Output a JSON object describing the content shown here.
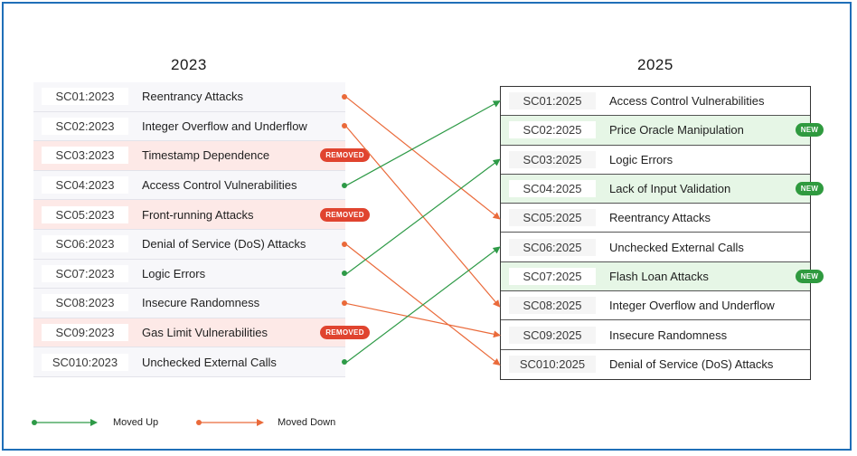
{
  "colors": {
    "up": "#2e9a47",
    "down": "#ea6a3a",
    "removed": "#e0442f",
    "new": "#2f9a3f",
    "border": "#1f6fb8"
  },
  "left": {
    "year": "2023",
    "rows": [
      {
        "code": "SC01:2023",
        "title": "Reentrancy Attacks",
        "status": "down"
      },
      {
        "code": "SC02:2023",
        "title": "Integer Overflow and Underflow",
        "status": "down"
      },
      {
        "code": "SC03:2023",
        "title": "Timestamp Dependence",
        "status": "removed"
      },
      {
        "code": "SC04:2023",
        "title": "Access Control Vulnerabilities",
        "status": "up"
      },
      {
        "code": "SC05:2023",
        "title": "Front-running Attacks",
        "status": "removed"
      },
      {
        "code": "SC06:2023",
        "title": "Denial of Service (DoS) Attacks",
        "status": "down"
      },
      {
        "code": "SC07:2023",
        "title": "Logic Errors",
        "status": "up"
      },
      {
        "code": "SC08:2023",
        "title": "Insecure Randomness",
        "status": "down"
      },
      {
        "code": "SC09:2023",
        "title": "Gas Limit Vulnerabilities",
        "status": "removed"
      },
      {
        "code": "SC010:2023",
        "title": "Unchecked External Calls",
        "status": "up"
      }
    ],
    "removed_label": "REMOVED"
  },
  "right": {
    "year": "2025",
    "rows": [
      {
        "code": "SC01:2025",
        "title": "Access Control Vulnerabilities",
        "new": false
      },
      {
        "code": "SC02:2025",
        "title": "Price Oracle Manipulation",
        "new": true
      },
      {
        "code": "SC03:2025",
        "title": "Logic Errors",
        "new": false
      },
      {
        "code": "SC04:2025",
        "title": "Lack of Input Validation",
        "new": true
      },
      {
        "code": "SC05:2025",
        "title": "Reentrancy Attacks",
        "new": false
      },
      {
        "code": "SC06:2025",
        "title": "Unchecked External Calls",
        "new": false
      },
      {
        "code": "SC07:2025",
        "title": "Flash Loan Attacks",
        "new": true
      },
      {
        "code": "SC08:2025",
        "title": "Integer Overflow and Underflow",
        "new": false
      },
      {
        "code": "SC09:2025",
        "title": "Insecure Randomness",
        "new": false
      },
      {
        "code": "SC010:2025",
        "title": "Denial of Service (DoS) Attacks",
        "new": false
      }
    ],
    "new_label": "NEW"
  },
  "mappings": [
    {
      "from": 1,
      "to": 5,
      "direction": "down"
    },
    {
      "from": 2,
      "to": 8,
      "direction": "down"
    },
    {
      "from": 4,
      "to": 1,
      "direction": "up"
    },
    {
      "from": 6,
      "to": 10,
      "direction": "down"
    },
    {
      "from": 7,
      "to": 3,
      "direction": "up"
    },
    {
      "from": 8,
      "to": 9,
      "direction": "down"
    },
    {
      "from": 10,
      "to": 6,
      "direction": "up"
    }
  ],
  "legend": {
    "up_label": "Moved Up",
    "down_label": "Moved Down"
  }
}
